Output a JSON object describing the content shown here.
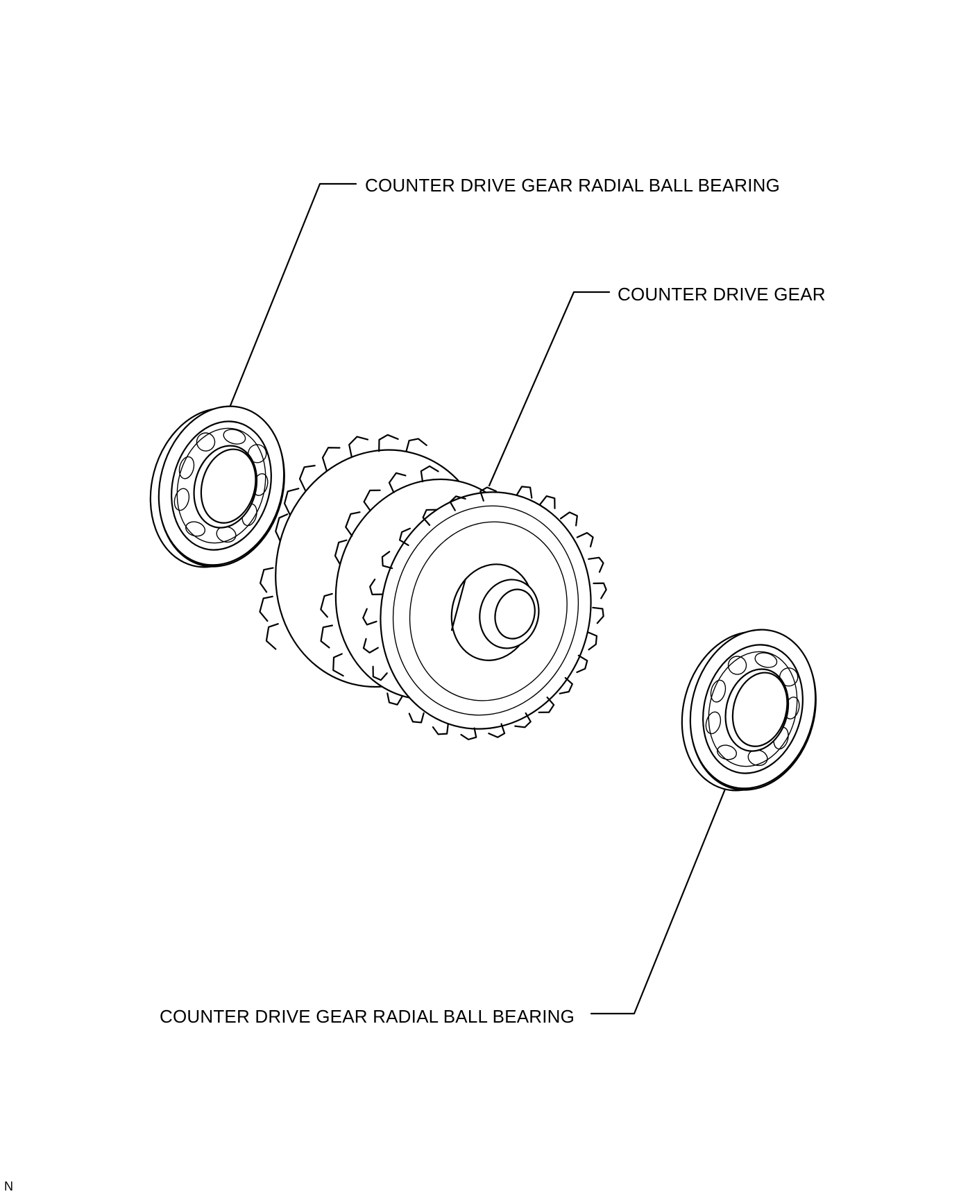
{
  "diagram": {
    "labels": {
      "bearing_top": "COUNTER DRIVE GEAR RADIAL BALL BEARING",
      "gear": "COUNTER DRIVE GEAR",
      "bearing_bottom": "COUNTER DRIVE GEAR RADIAL BALL BEARING"
    },
    "corner_mark": "N",
    "colors": {
      "line": "#000000",
      "background": "#ffffff"
    }
  }
}
